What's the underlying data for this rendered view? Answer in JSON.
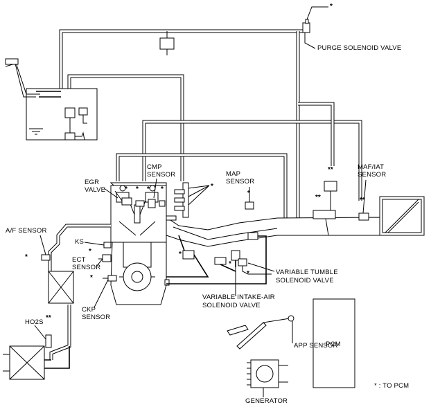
{
  "labels": {
    "purge_valve": "PURGE SOLENOID VALVE",
    "egr_valve_1": "EGR",
    "egr_valve_2": "VALVE",
    "cmp_1": "CMP",
    "cmp_2": "SENSOR",
    "map_1": "MAP",
    "map_2": "SENSOR",
    "maf_1": "MAF/IAT",
    "maf_2": "SENSOR",
    "af_sensor": "A/F SENSOR",
    "ks": "KS",
    "ect_1": "ECT",
    "ect_2": "SENSOR",
    "ckp_1": "CKP",
    "ckp_2": "SENSOR",
    "ho2s": "HO2S",
    "tumble_1": "VARIABLE TUMBLE",
    "tumble_2": "SOLENOID VALVE",
    "intake_1": "VARIABLE INTAKE-AIR",
    "intake_2": "SOLENOID VALVE",
    "app_sensor": "APP SENSOR",
    "pcm": "PCM",
    "generator": "GENERATOR",
    "legend": "* : TO PCM",
    "asterisk": "*",
    "double_asterisk": "**"
  }
}
